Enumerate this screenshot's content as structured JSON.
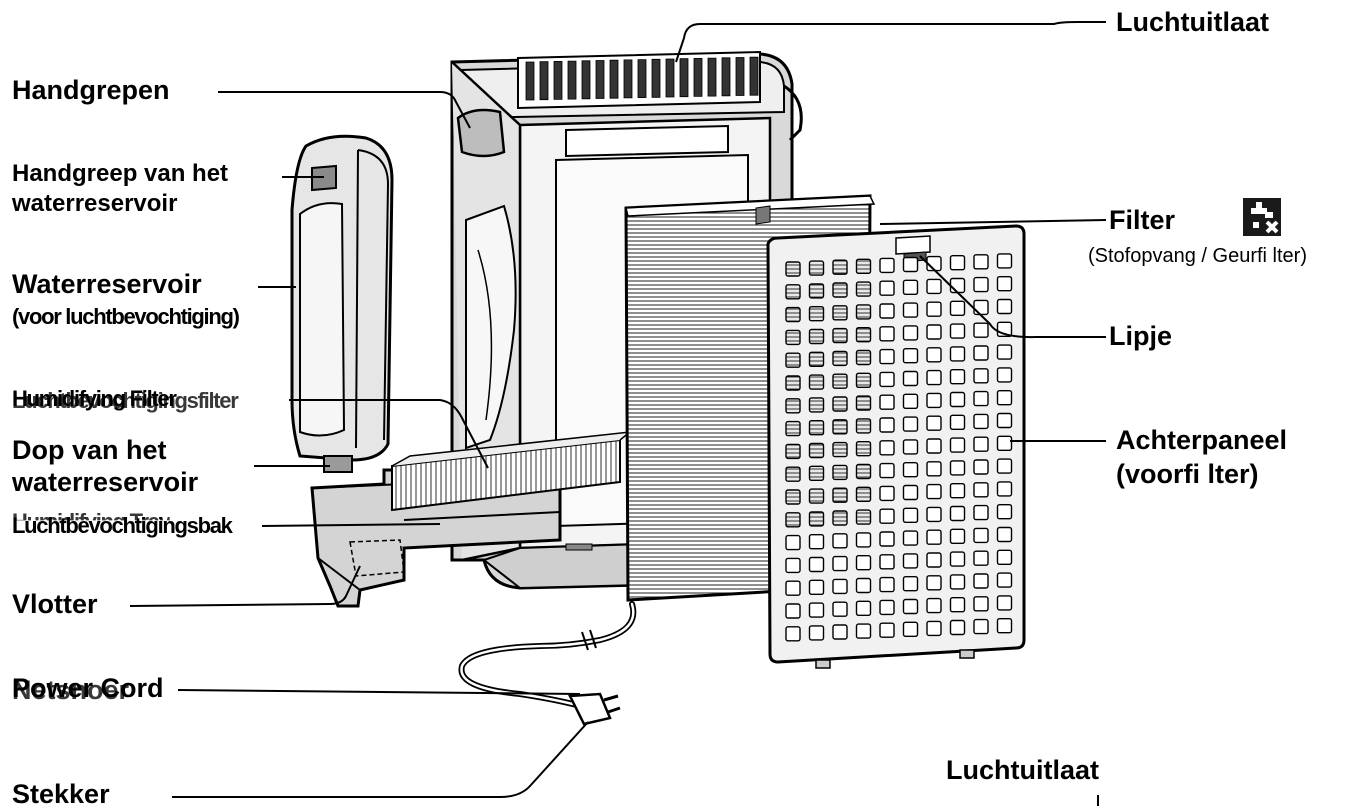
{
  "labels": {
    "luchtuitlaat_top": "Luchtuitlaat",
    "handgrepen": "Handgrepen",
    "handgreep_line1": "Handgreep van het",
    "handgreep_line2": "waterreservoir",
    "filter": "Filter",
    "filter_sub": "(Stofopvang / Geurfi lter)",
    "waterreservoir": "Waterreservoir",
    "waterreservoir_sub": "(voor luchtbevochtiging)",
    "lipje": "Lipje",
    "humidifying_filter_en": "Humidifying Filter",
    "humidifying_filter_nl": "Luchtbevochtigingsfilter",
    "dop_line1": "Dop van het",
    "dop_line2": "waterreservoir",
    "achterpaneel_line1": "Achterpaneel",
    "achterpaneel_line2": "(voorfi lter)",
    "tray_en": "Humidifying Tray",
    "tray_nl": "Luchtbevochtigingsbak",
    "vlotter": "Vlotter",
    "power_cord_en": "Power Cord",
    "power_cord_nl": "Netsnoer",
    "stekker": "Stekker",
    "luchtuitlaat_bottom": "Luchtuitlaat"
  },
  "icons": [
    "water-tap-filter-icon"
  ],
  "colors": {
    "ink": "#000000",
    "paper": "#ffffff",
    "body_light": "#f2f2f2",
    "body_mid": "#cfcfcf",
    "body_dark": "#8a8a8a"
  }
}
